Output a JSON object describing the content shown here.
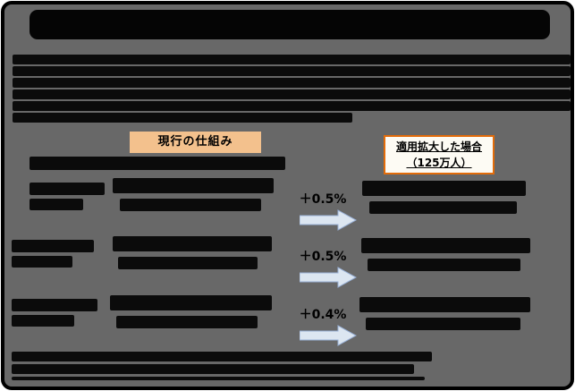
{
  "diagram": {
    "current_system_label": "現行の仕組み",
    "expanded_case_label_line1": "適用拡大した場合",
    "expanded_case_label_line2": "（125万人）",
    "rows": [
      {
        "delta": "＋0.5%"
      },
      {
        "delta": "＋0.5%"
      },
      {
        "delta": "＋0.4%"
      }
    ]
  },
  "colors": {
    "background": "#686868",
    "frame_border": "#000000",
    "current_box_bg": "#F3C18D",
    "expanded_box_border": "#E36C0A",
    "expanded_box_bg": "#FDFBF4",
    "arrow_fill": "#DCE6F1",
    "arrow_stroke": "#9AB2D8",
    "text": "#000000"
  }
}
